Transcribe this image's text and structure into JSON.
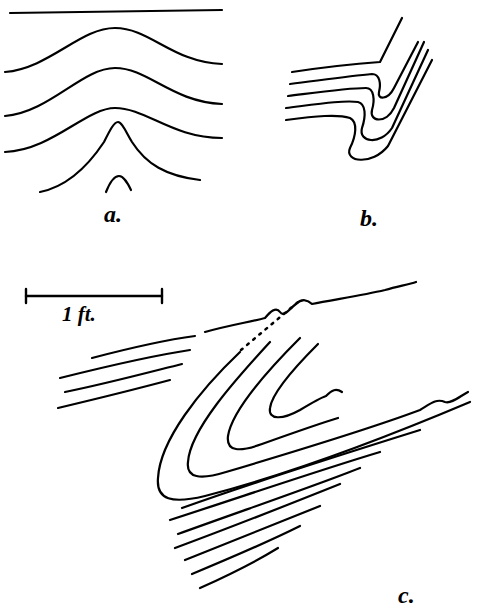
{
  "diagram": {
    "labels": [
      "a.",
      "b.",
      "c.",
      "1 ft."
    ]
  }
}
